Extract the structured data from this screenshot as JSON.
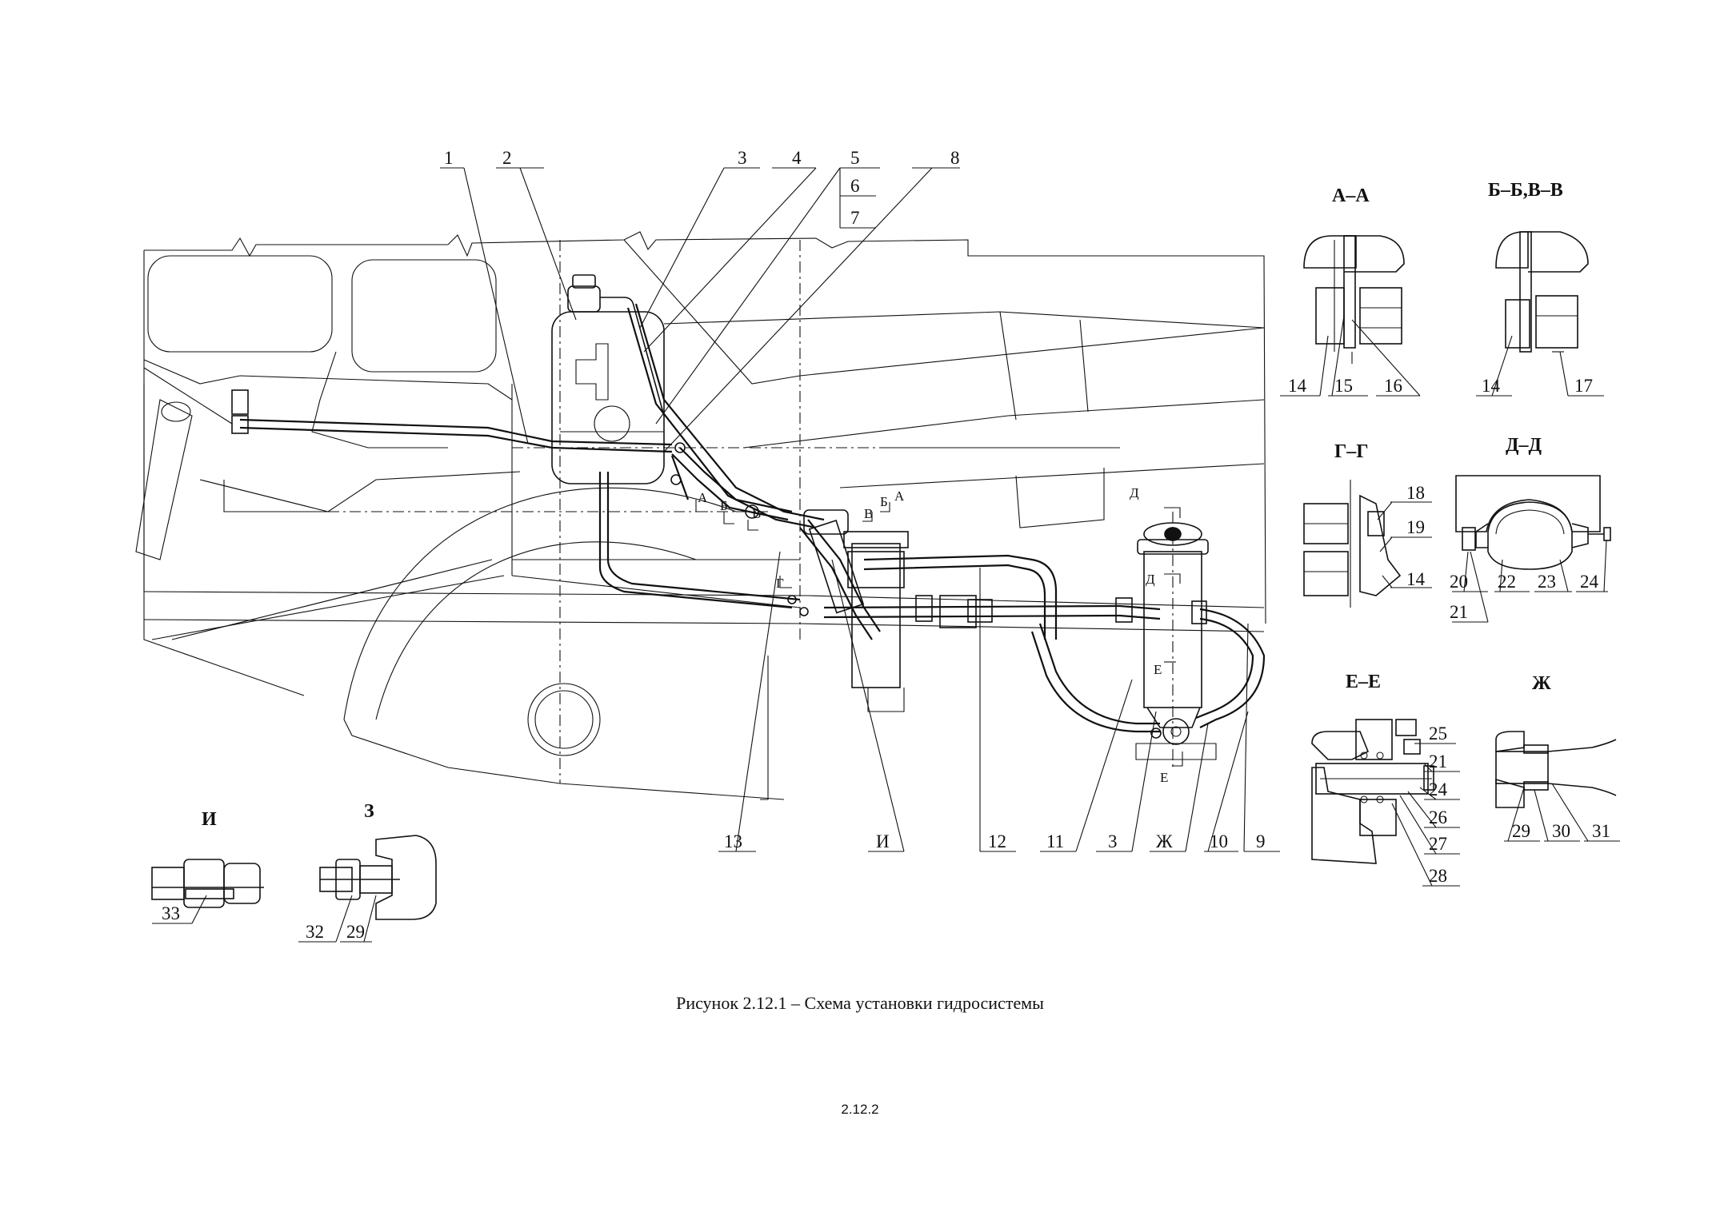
{
  "figure": {
    "caption": "Рисунок 2.12.1 – Схема установки гидросистемы",
    "page_number": "2.12.2"
  },
  "callouts": {
    "c1": "1",
    "c2": "2",
    "c3": "3",
    "c4": "4",
    "c5": "5",
    "c6": "6",
    "c7": "7",
    "c8": "8",
    "c13": "13",
    "cI": "И",
    "c12": "12",
    "c11": "11",
    "c3b": "3",
    "cZh": "Ж",
    "c10": "10",
    "c9": "9"
  },
  "section_marks": {
    "A_left": "А",
    "B_left": "Б",
    "V_left": "В",
    "G_mark": "Г",
    "V_right": "В",
    "B_right": "Б",
    "A_right": "А",
    "D_top": "Д",
    "D_mid": "Д",
    "E_mid": "Е",
    "E_low": "Е"
  },
  "sections": {
    "AA": {
      "title": "А–А",
      "labels": [
        "14",
        "15",
        "16"
      ]
    },
    "BB": {
      "title": "Б–Б,В–В",
      "labels": [
        "14",
        "17"
      ]
    },
    "GG": {
      "title": "Г–Г",
      "labels": [
        "18",
        "19",
        "14"
      ]
    },
    "DD": {
      "title": "Д–Д",
      "labels": [
        "20",
        "21",
        "22",
        "23",
        "24"
      ]
    },
    "EE": {
      "title": "Е–Е",
      "labels": [
        "25",
        "21",
        "24",
        "26",
        "27",
        "28"
      ]
    },
    "ZH": {
      "title": "Ж",
      "labels": [
        "29",
        "30",
        "31"
      ]
    },
    "I": {
      "title": "И",
      "labels": [
        "33"
      ]
    },
    "Z": {
      "title": "З",
      "labels": [
        "32",
        "29"
      ]
    }
  }
}
